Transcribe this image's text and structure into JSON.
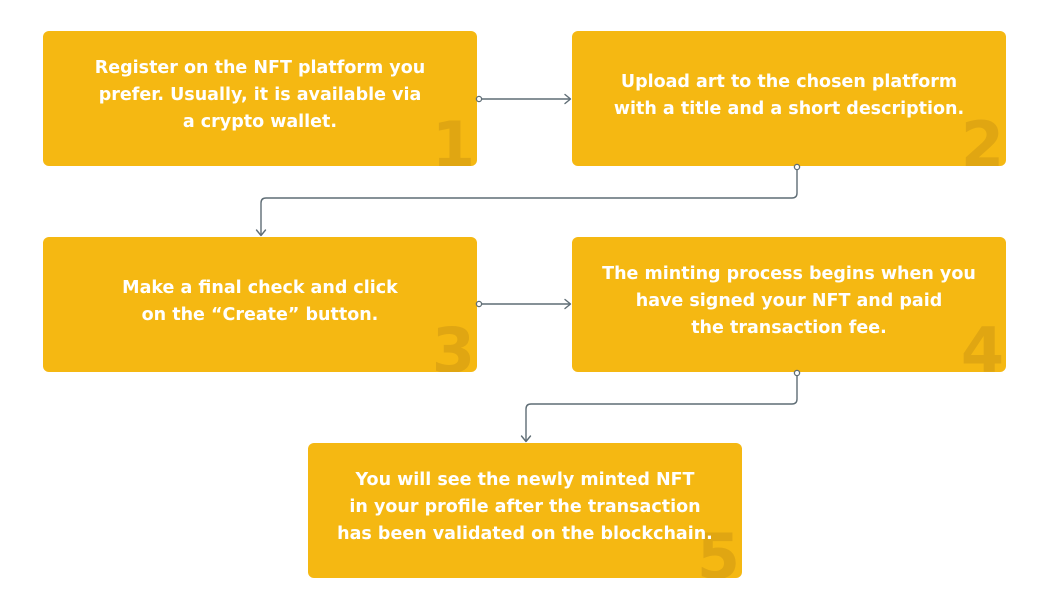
{
  "diagram": {
    "steps": [
      {
        "number": "1",
        "text": "Register on the NFT platform you\nprefer. Usually, it is available via\na crypto wallet."
      },
      {
        "number": "2",
        "text": "Upload art to the chosen platform\nwith a title and a short description."
      },
      {
        "number": "3",
        "text": "Make a final check and click\non the “Create” button."
      },
      {
        "number": "4",
        "text": "The minting process begins when you\nhave signed your NFT and paid\nthe transaction fee."
      },
      {
        "number": "5",
        "text": "You will see the newly minted NFT\nin your profile after the transaction\nhas been validated on the blockchain."
      }
    ],
    "flow": [
      "1",
      "2",
      "3",
      "4",
      "5"
    ],
    "colors": {
      "box_fill": "#f5b812",
      "text": "#ffffff",
      "connector": "#5f6d75",
      "number_watermark": "#966914"
    }
  }
}
